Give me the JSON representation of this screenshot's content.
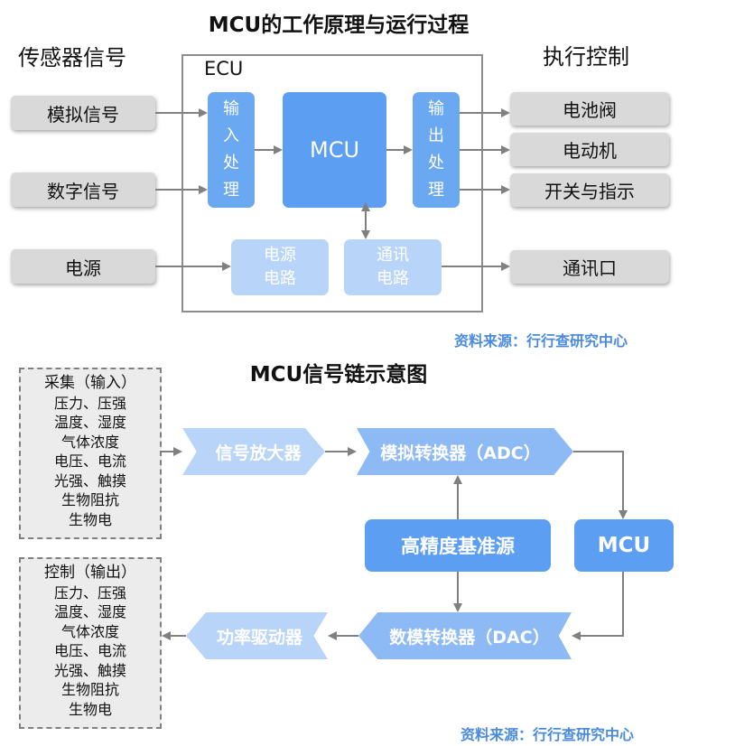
{
  "top": {
    "title": "MCU的工作原理与运行过程",
    "left_heading": "传感器信号",
    "right_heading": "执行控制",
    "ecu_label": "ECU",
    "inputs": [
      "模拟信号",
      "数字信号",
      "电源"
    ],
    "input_processing": [
      "输",
      "入",
      "处",
      "理"
    ],
    "mcu": "MCU",
    "output_processing": [
      "输",
      "出",
      "处",
      "理"
    ],
    "power_circuit": [
      "电源",
      "电路"
    ],
    "comm_circuit": [
      "通讯",
      "电路"
    ],
    "outputs": [
      "电池阀",
      "电动机",
      "开关与指示",
      "通讯口"
    ],
    "source": "资料来源：行行查研究中心"
  },
  "bottom": {
    "title": "MCU信号链示意图",
    "collect_box": {
      "heading": "采集（输入）",
      "lines": [
        "压力、压强",
        "温度、湿度",
        "气体浓度",
        "电压、电流",
        "光强、触摸",
        "生物阻抗",
        "生物电"
      ]
    },
    "control_box": {
      "heading": "控制（输出）",
      "lines": [
        "压力、压强",
        "温度、湿度",
        "气体浓度",
        "电压、电流",
        "光强、触摸",
        "生物阻抗",
        "生物电"
      ]
    },
    "amplifier": "信号放大器",
    "adc": "模拟转换器（ADC）",
    "reference": "高精度基准源",
    "mcu": "MCU",
    "dac": "数模转换器（DAC）",
    "power_driver": "功率驱动器",
    "source": "资料来源：行行查研究中心"
  },
  "colors": {
    "blue": "#5b9ef2",
    "light_blue": "#b8d4f8",
    "grey_box": "#d9d9d9",
    "source_text": "#4a8be0"
  }
}
